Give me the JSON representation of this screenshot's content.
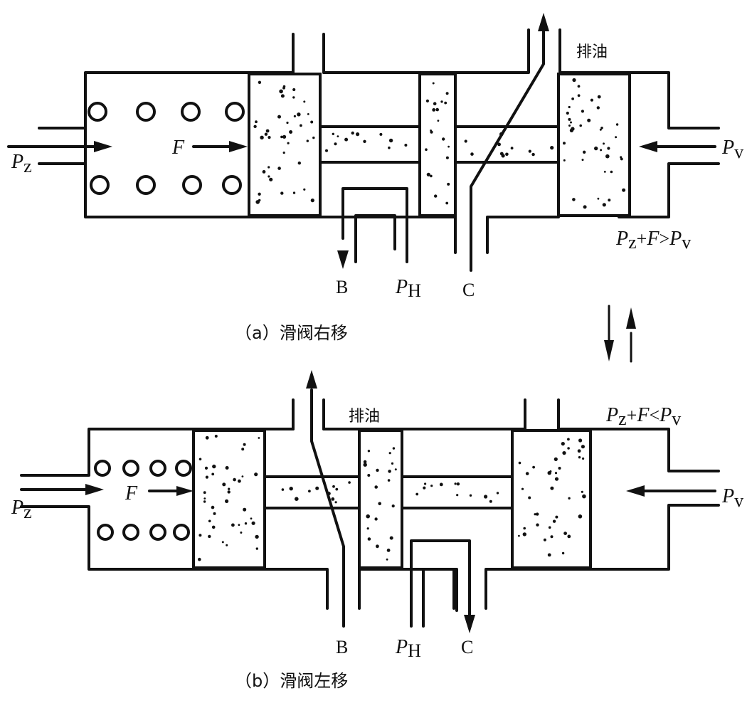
{
  "panel_a": {
    "caption": "（a）滑阀右移",
    "drain_label": "排油",
    "pz_main": "P",
    "pz_sub": "z",
    "f_label": "F",
    "pv_main": "P",
    "pv_sub": "v",
    "cond_p1": "P",
    "cond_s1": "z",
    "cond_mid": "+",
    "cond_f": "F",
    "cond_op": ">",
    "cond_p2": "P",
    "cond_s2": "v",
    "port_b": "B",
    "ph_main": "P",
    "ph_sub": "H",
    "port_c": "C"
  },
  "panel_b": {
    "caption": "（b）滑阀左移",
    "drain_label": "排油",
    "pz_main": "P",
    "pz_sub": "z",
    "f_label": "F",
    "pv_main": "P",
    "pv_sub": "v",
    "cond_p1": "P",
    "cond_s1": "z",
    "cond_mid": "+",
    "cond_f": "F",
    "cond_op": "<",
    "cond_p2": "P",
    "cond_s2": "v",
    "port_b": "B",
    "ph_main": "P",
    "ph_sub": "H",
    "port_c": "C"
  }
}
